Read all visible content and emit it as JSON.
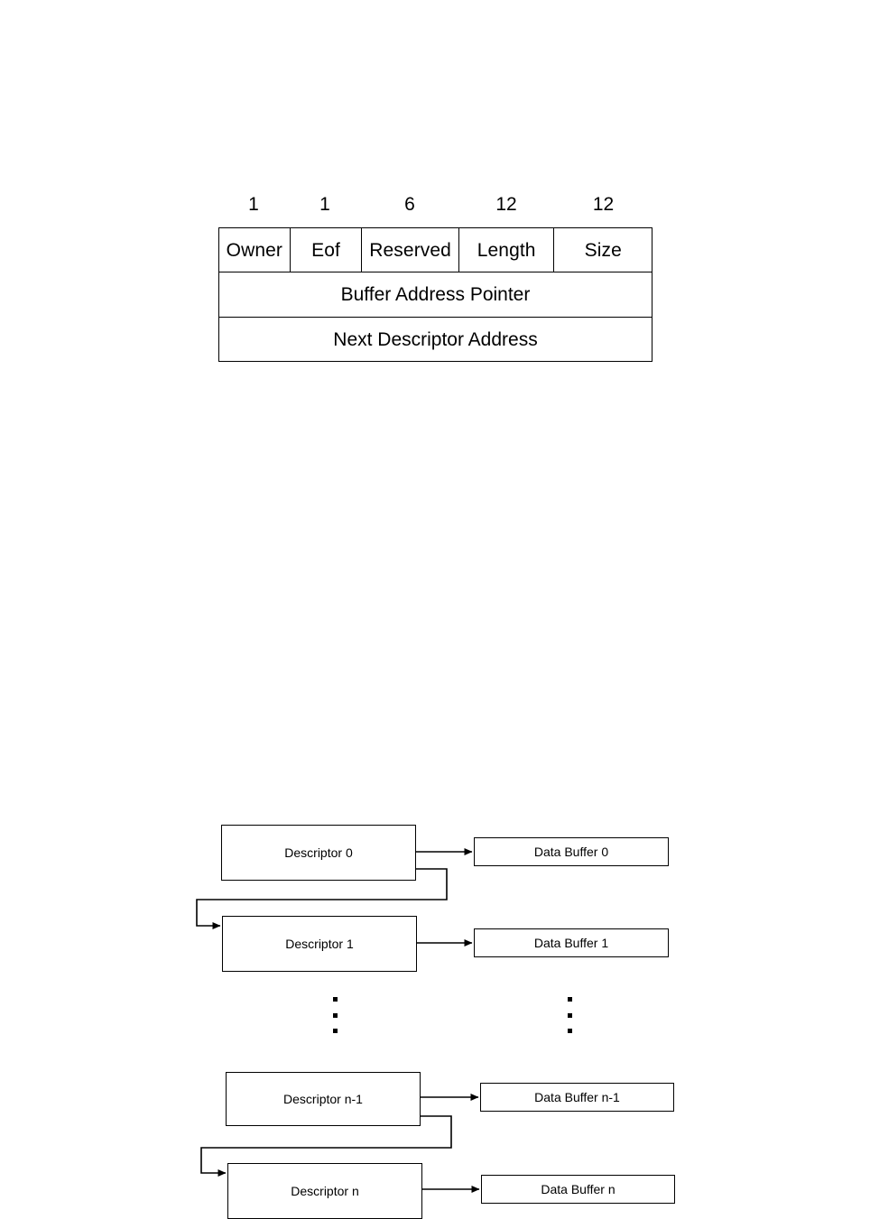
{
  "descriptor_format": {
    "bit_widths": [
      "1",
      "1",
      "6",
      "12",
      "12"
    ],
    "fields": [
      "Owner",
      "Eof",
      "Reserved",
      "Length",
      "Size"
    ],
    "row_buffer_address": "Buffer Address Pointer",
    "row_next_descriptor": "Next Descriptor Address"
  },
  "descriptor_chain": {
    "descriptors": [
      {
        "label": "Descriptor 0"
      },
      {
        "label": "Descriptor 1"
      },
      {
        "label": "Descriptor n-1"
      },
      {
        "label": "Descriptor n"
      }
    ],
    "buffers": [
      {
        "label": "Data Buffer 0"
      },
      {
        "label": "Data Buffer 1"
      },
      {
        "label": "Data Buffer n-1"
      },
      {
        "label": "Data Buffer n"
      }
    ],
    "continuation_marker": "vertical-ellipsis"
  },
  "colors": {
    "stroke": "#000000",
    "background": "#ffffff",
    "text": "#000000"
  }
}
